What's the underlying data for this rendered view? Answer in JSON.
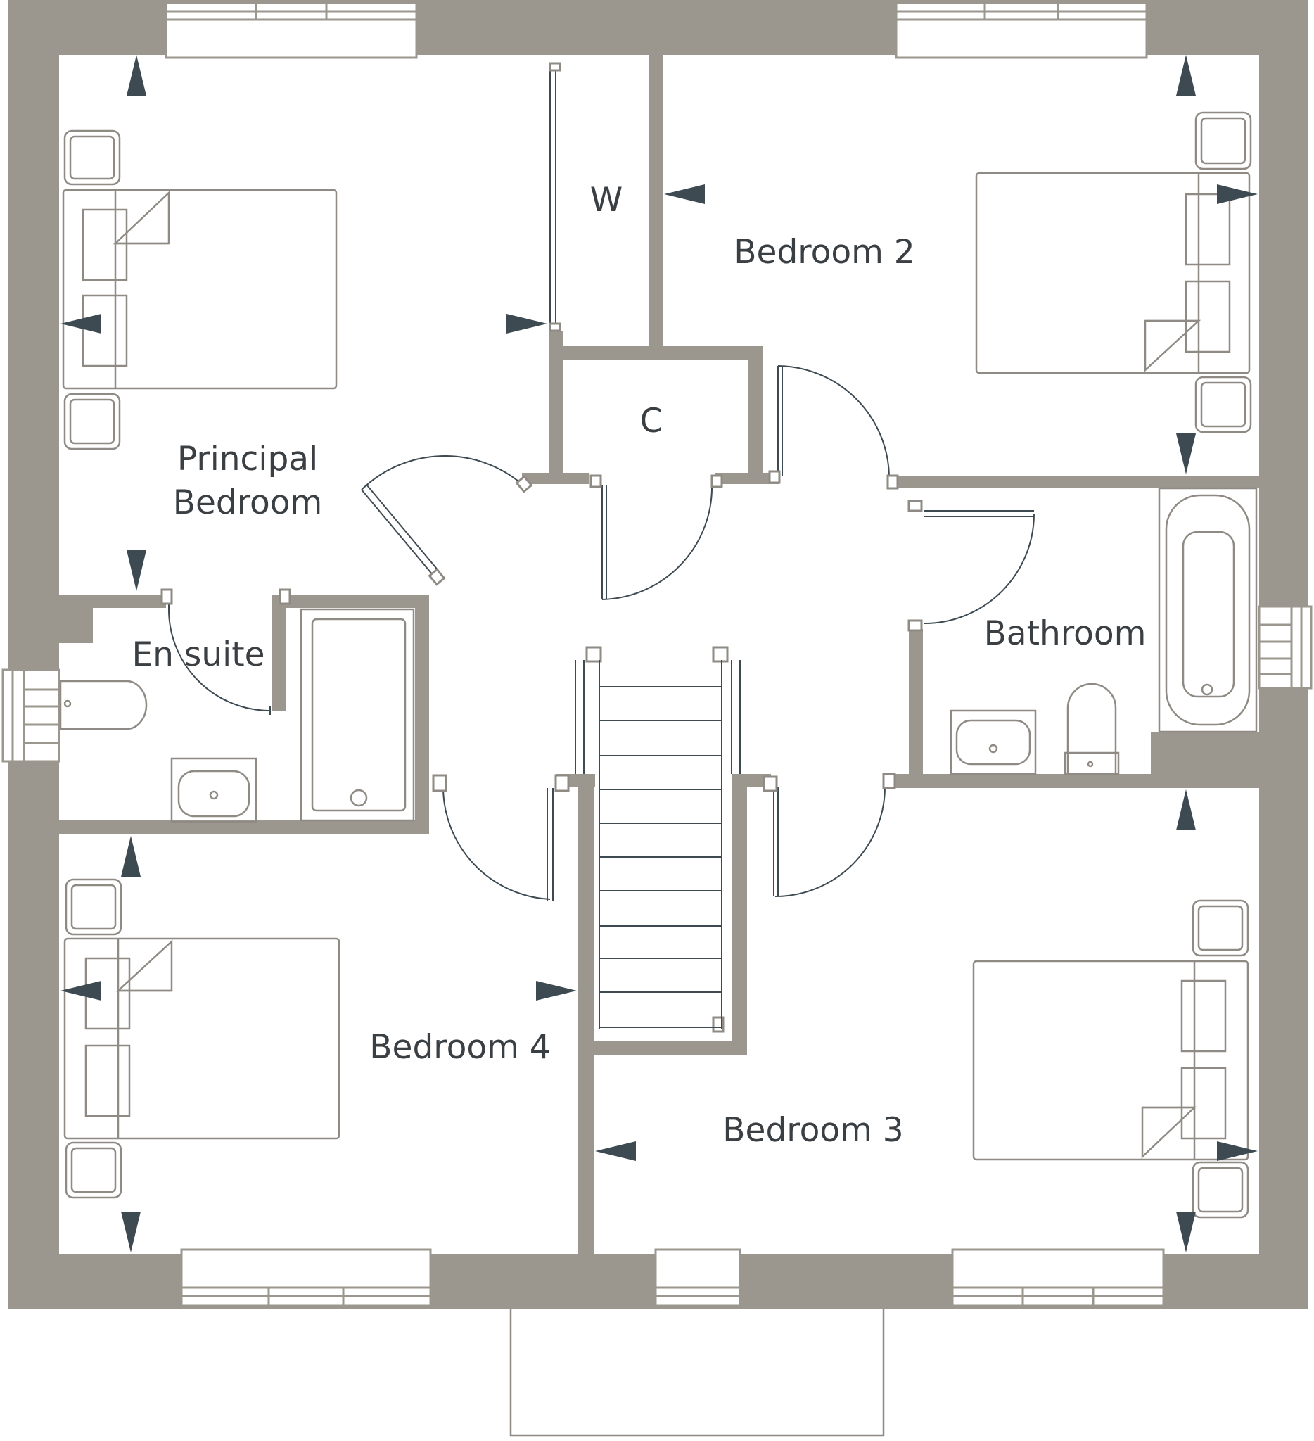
{
  "rooms": {
    "principal_line1": "Principal",
    "principal_line2": "Bedroom",
    "bedroom2": "Bedroom 2",
    "bedroom3": "Bedroom 3",
    "bedroom4": "Bedroom 4",
    "en_suite": "En suite",
    "bathroom": "Bathroom",
    "wardrobe": "W",
    "cupboard": "C"
  },
  "colors": {
    "wall": "#9b978e",
    "door_line": "#3d4a52",
    "arrow": "#3d4a52",
    "label_text": "#3a3f44",
    "background": "#ffffff"
  }
}
